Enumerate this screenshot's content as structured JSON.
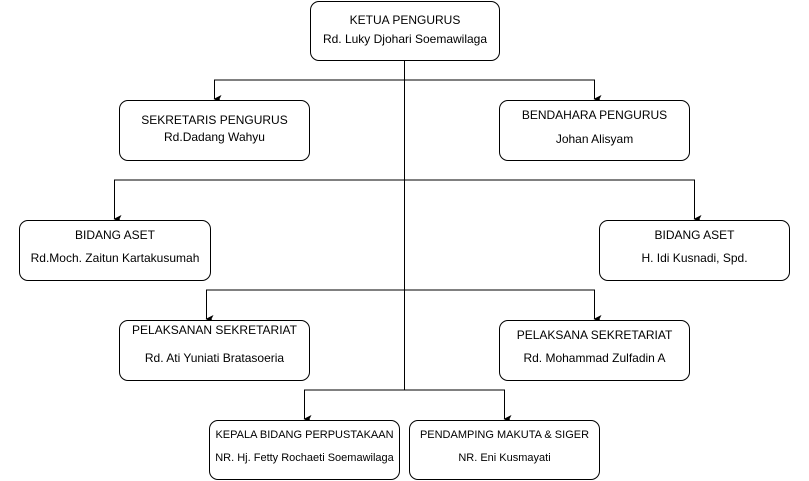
{
  "diagram": {
    "colors": {
      "line": "#000000",
      "box_fill": "#ffffff",
      "box_border": "#000000"
    },
    "nodes": {
      "ketua": {
        "role": "KETUA PENGURUS",
        "person": "Rd. Luky Djohari Soemawilaga"
      },
      "sekretaris": {
        "role": "SEKRETARIS PENGURUS",
        "person": "Rd.Dadang Wahyu"
      },
      "bendahara": {
        "role": "BENDAHARA PENGURUS",
        "person": "Johan Alisyam"
      },
      "aset_kiri": {
        "role": "BIDANG ASET",
        "person": "Rd.Moch. Zaitun Kartakusumah"
      },
      "aset_kanan": {
        "role": "BIDANG ASET",
        "person": "H. Idi Kusnadi, Spd."
      },
      "pelaksanan": {
        "role": "PELAKSANAN SEKRETARIAT",
        "person": "Rd. Ati Yuniati Bratasoeria"
      },
      "pelaksana": {
        "role": "PELAKSANA SEKRETARIAT",
        "person": "Rd. Mohammad Zulfadin A"
      },
      "perpustakaan": {
        "role": "KEPALA BIDANG PERPUSTAKAAN",
        "person": "NR. Hj. Fetty Rochaeti Soemawilaga"
      },
      "pendamping": {
        "role": "PENDAMPING MAKUTA & SIGER",
        "person": "NR. Eni Kusmayati"
      }
    }
  }
}
